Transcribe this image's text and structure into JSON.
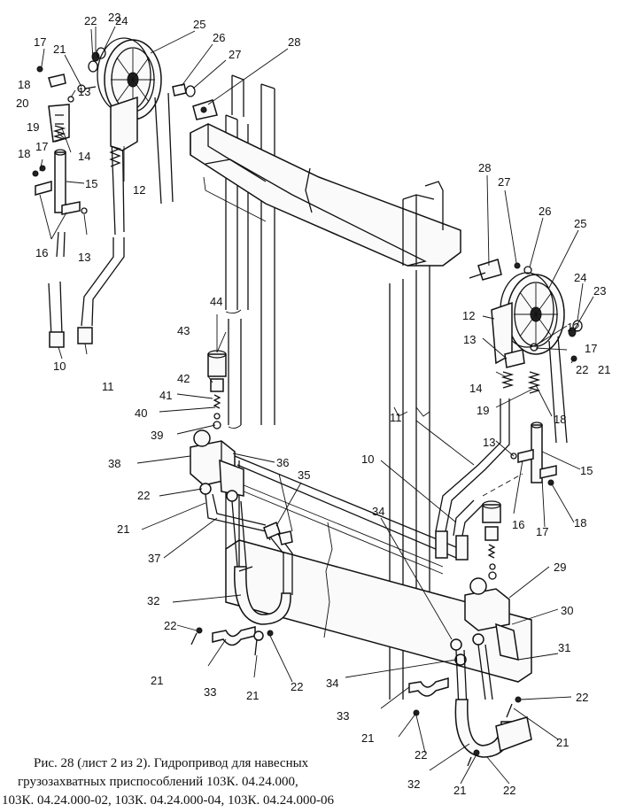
{
  "caption": {
    "line1": "Рис. 28 (лист 2 из 2). Гидропривод для навесных",
    "line2": "грузозахватных приспособлений 103К. 04.24.000,",
    "line3": "103К. 04.24.000-02, 103К. 04.24.000-04, 103К. 04.24.000-06"
  },
  "callouts": [
    {
      "id": "c22a",
      "text": "22"
    },
    {
      "id": "c23a",
      "text": "23"
    },
    {
      "id": "c24a",
      "text": "24"
    },
    {
      "id": "c25a",
      "text": "25"
    },
    {
      "id": "c26a",
      "text": "26"
    },
    {
      "id": "c27a",
      "text": "27"
    },
    {
      "id": "c28a",
      "text": "28"
    },
    {
      "id": "c17a",
      "text": "17"
    },
    {
      "id": "c21a",
      "text": "21"
    },
    {
      "id": "c18a",
      "text": "18"
    },
    {
      "id": "c20a",
      "text": "20"
    },
    {
      "id": "c13a",
      "text": "13"
    },
    {
      "id": "c19a",
      "text": "19"
    },
    {
      "id": "c14a",
      "text": "14"
    },
    {
      "id": "c12a",
      "text": "12"
    },
    {
      "id": "c18b",
      "text": "18"
    },
    {
      "id": "c17b",
      "text": "17"
    },
    {
      "id": "c15a",
      "text": "15"
    },
    {
      "id": "c16a",
      "text": "16"
    },
    {
      "id": "c13b",
      "text": "13"
    },
    {
      "id": "c10a",
      "text": "10"
    },
    {
      "id": "c11a",
      "text": "11"
    },
    {
      "id": "c44a",
      "text": "44"
    },
    {
      "id": "c43a",
      "text": "43"
    },
    {
      "id": "c42a",
      "text": "42"
    },
    {
      "id": "c41a",
      "text": "41"
    },
    {
      "id": "c40a",
      "text": "40"
    },
    {
      "id": "c39a",
      "text": "39"
    },
    {
      "id": "c38a",
      "text": "38"
    },
    {
      "id": "c36a",
      "text": "36"
    },
    {
      "id": "c35a",
      "text": "35"
    },
    {
      "id": "c22b",
      "text": "22"
    },
    {
      "id": "c21b",
      "text": "21"
    },
    {
      "id": "c37a",
      "text": "37"
    },
    {
      "id": "c32a",
      "text": "32"
    },
    {
      "id": "c22c",
      "text": "22"
    },
    {
      "id": "c21c",
      "text": "21"
    },
    {
      "id": "c33a",
      "text": "33"
    },
    {
      "id": "c21d",
      "text": "21"
    },
    {
      "id": "c22d",
      "text": "22"
    },
    {
      "id": "c28b",
      "text": "28"
    },
    {
      "id": "c27b",
      "text": "27"
    },
    {
      "id": "c26b",
      "text": "26"
    },
    {
      "id": "c25b",
      "text": "25"
    },
    {
      "id": "c24b",
      "text": "24"
    },
    {
      "id": "c23b",
      "text": "23"
    },
    {
      "id": "c12b",
      "text": "12"
    },
    {
      "id": "c12c",
      "text": "12"
    },
    {
      "id": "c17c",
      "text": "17"
    },
    {
      "id": "c13c",
      "text": "13"
    },
    {
      "id": "c22e",
      "text": "22"
    },
    {
      "id": "c21e",
      "text": "21"
    },
    {
      "id": "c14b",
      "text": "14"
    },
    {
      "id": "c18c",
      "text": "18"
    },
    {
      "id": "c19b",
      "text": "19"
    },
    {
      "id": "c11b",
      "text": "11"
    },
    {
      "id": "c13d",
      "text": "13"
    },
    {
      "id": "c15b",
      "text": "15"
    },
    {
      "id": "c10b",
      "text": "10"
    },
    {
      "id": "c16b",
      "text": "16"
    },
    {
      "id": "c17d",
      "text": "17"
    },
    {
      "id": "c18d",
      "text": "18"
    },
    {
      "id": "c34a",
      "text": "34"
    },
    {
      "id": "c29a",
      "text": "29"
    },
    {
      "id": "c30a",
      "text": "30"
    },
    {
      "id": "c31a",
      "text": "31"
    },
    {
      "id": "c34b",
      "text": "34"
    },
    {
      "id": "c22f",
      "text": "22"
    },
    {
      "id": "c33b",
      "text": "33"
    },
    {
      "id": "c21f",
      "text": "21"
    },
    {
      "id": "c21g",
      "text": "21"
    },
    {
      "id": "c22g",
      "text": "22"
    },
    {
      "id": "c32b",
      "text": "32"
    },
    {
      "id": "c21h",
      "text": "21"
    },
    {
      "id": "c22h",
      "text": "22"
    }
  ]
}
